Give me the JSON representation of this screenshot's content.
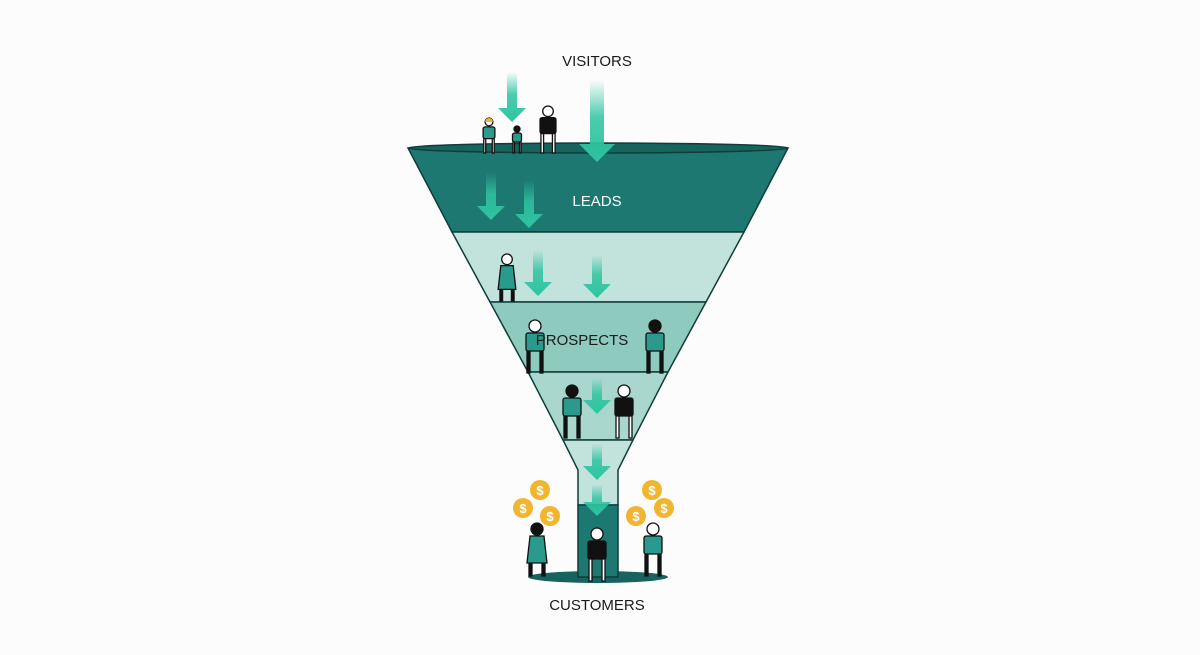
{
  "labels": {
    "visitors": "VISITORS",
    "leads": "LEADS",
    "prospects": "PROSPECTS",
    "customers": "CUSTOMERS"
  },
  "coin_symbol": "$",
  "colors": {
    "dark_teal": "#1d7872",
    "light_band": "#c2e2dc",
    "mid_band": "#8fcabf",
    "low_band": "#a9d7cd",
    "arrow": "#2ec4a0",
    "coin": "#f1b52f",
    "shirt": "#2a9a8c",
    "text": "#1a1a1a"
  }
}
